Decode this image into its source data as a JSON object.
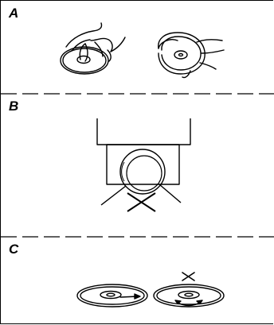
{
  "panels": [
    {
      "id": "a",
      "letter": "A"
    },
    {
      "id": "b",
      "letter": "B"
    },
    {
      "id": "c",
      "letter": "C"
    }
  ],
  "colors": {
    "line": "#000000",
    "background": "#ffffff"
  }
}
